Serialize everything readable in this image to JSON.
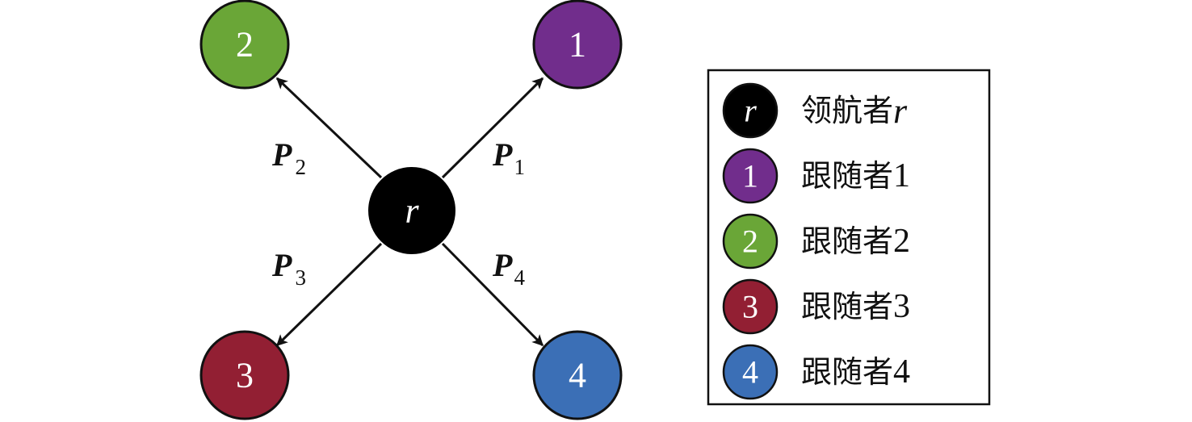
{
  "diagram": {
    "leader": {
      "id": "r",
      "label": "r",
      "color": "#000000"
    },
    "followers": [
      {
        "id": "1",
        "label": "1",
        "color": "#712d8c",
        "vector": "P",
        "vector_sub": "1",
        "direction": "upper-right"
      },
      {
        "id": "2",
        "label": "2",
        "color": "#6aa637",
        "vector": "P",
        "vector_sub": "2",
        "direction": "upper-left"
      },
      {
        "id": "3",
        "label": "3",
        "color": "#921f33",
        "vector": "P",
        "vector_sub": "3",
        "direction": "lower-left"
      },
      {
        "id": "4",
        "label": "4",
        "color": "#3b6fb6",
        "vector": "P",
        "vector_sub": "4",
        "direction": "lower-right"
      }
    ]
  },
  "legend": {
    "items": [
      {
        "symbol": "r",
        "color": "#000000",
        "text": "领航者",
        "suffix": "r",
        "suffix_italic": true
      },
      {
        "symbol": "1",
        "color": "#712d8c",
        "text": "跟随者",
        "suffix": "1",
        "suffix_italic": false
      },
      {
        "symbol": "2",
        "color": "#6aa637",
        "text": "跟随者",
        "suffix": "2",
        "suffix_italic": false
      },
      {
        "symbol": "3",
        "color": "#921f33",
        "text": "跟随者",
        "suffix": "3",
        "suffix_italic": false
      },
      {
        "symbol": "4",
        "color": "#3b6fb6",
        "text": "跟随者",
        "suffix": "4",
        "suffix_italic": false
      }
    ]
  }
}
